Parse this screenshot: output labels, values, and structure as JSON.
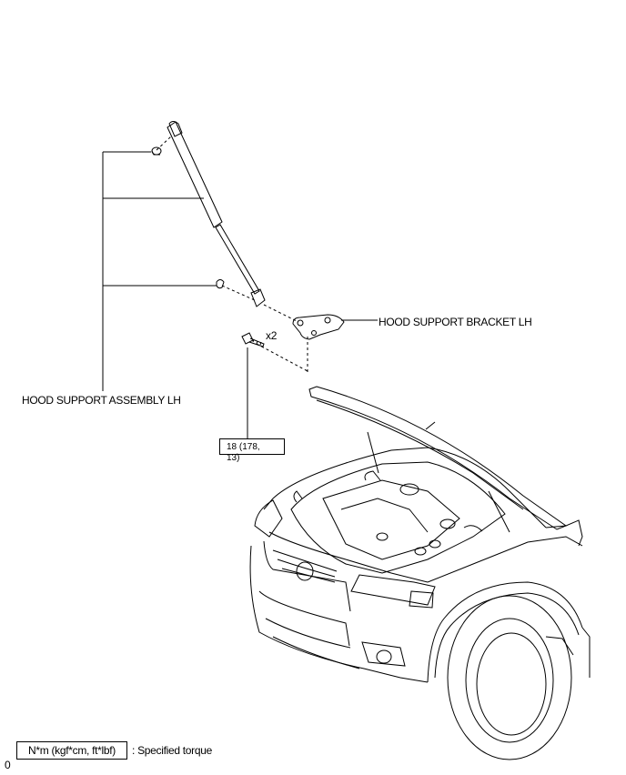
{
  "labels": {
    "assembly": "HOOD SUPPORT ASSEMBLY LH",
    "bracket": "HOOD SUPPORT BRACKET LH",
    "bolt_qty": "x2"
  },
  "torque": {
    "line1": "18 (178,",
    "line2": "13)"
  },
  "legend": {
    "unit": "N*m (kgf*cm, ft*lbf)",
    "description": ": Specified torque"
  },
  "figure_code": "0"
}
